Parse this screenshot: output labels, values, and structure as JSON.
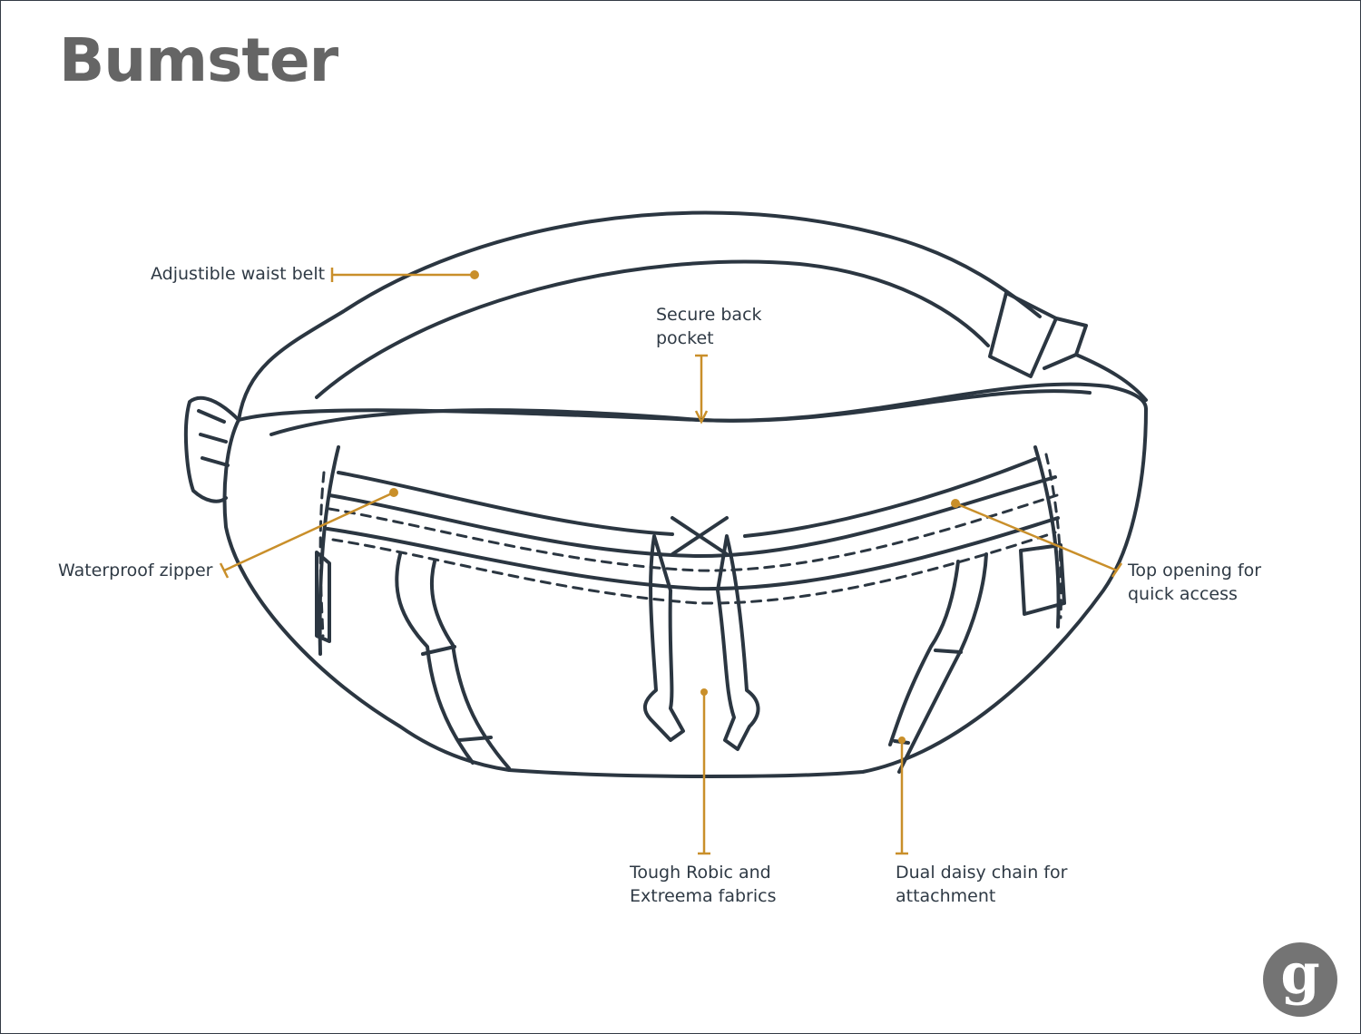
{
  "title": "Bumster",
  "callouts": {
    "waist_belt": "Adjustible waist belt",
    "back_pocket": [
      "Secure back",
      "pocket"
    ],
    "zipper": "Waterproof zipper",
    "top_opening": [
      "Top opening for",
      "quick access"
    ],
    "fabrics": [
      "Tough Robic and",
      "Extreema fabrics"
    ],
    "daisy_chain": [
      "Dual daisy chain for",
      "attachment"
    ]
  },
  "colors": {
    "outline": "#2b3641",
    "callout": "#c98f2a",
    "title": "#656565",
    "logo": "#747474"
  },
  "logo": {
    "icon": "g-logo-icon",
    "letter": "g"
  }
}
